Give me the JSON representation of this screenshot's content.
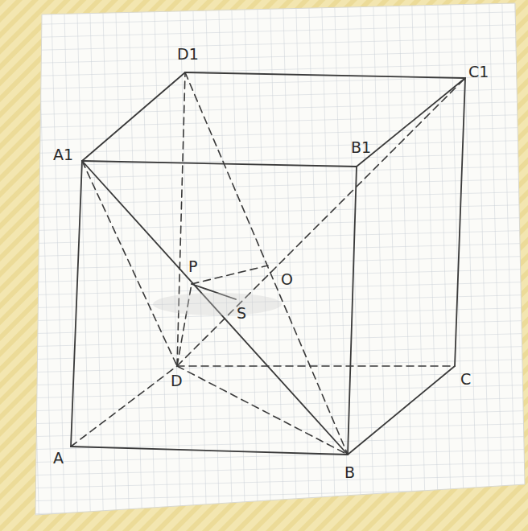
{
  "diagram": {
    "labels": [
      "D1",
      "C1",
      "A1",
      "B1",
      "P",
      "O",
      "S",
      "D",
      "C",
      "A",
      "B"
    ]
  }
}
